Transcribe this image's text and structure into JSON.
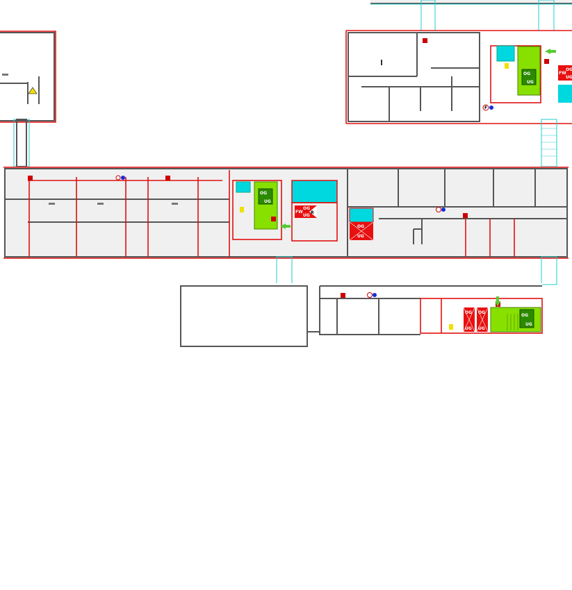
{
  "plan": {
    "stairs": [
      {
        "upper": "OG",
        "lower": "UG"
      },
      {
        "upper": "OG",
        "lower": "UG"
      },
      {
        "upper": "OG",
        "lower": "UG"
      }
    ],
    "elevators": [
      {
        "upper": "OG",
        "lower": "UG"
      },
      {
        "upper": "OG",
        "lower": "UG"
      },
      {
        "upper": "OG",
        "lower": "UG"
      }
    ],
    "fire_brigade_marker": "FW",
    "route_marker": "R",
    "phone_marker": "F",
    "colors": {
      "stair": "#88e000",
      "elevator": "#e81010",
      "sanitary": "#00d8e0",
      "fire_wall": "#e01010",
      "wall": "#555555",
      "info_sign": "#f0e000"
    }
  }
}
